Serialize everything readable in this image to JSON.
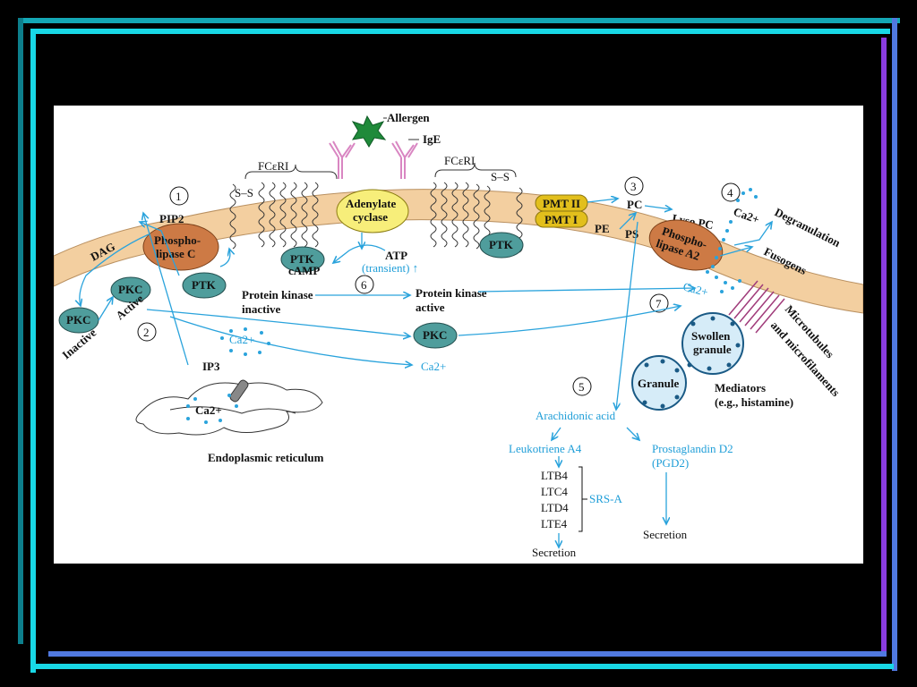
{
  "colors": {
    "background": "#000000",
    "panel": "#ffffff",
    "membrane": "#f3cfa0",
    "pathway": "#2aa3dc",
    "enzyme_orange": "#cd7a45",
    "kinase_teal": "#4f9d9c",
    "adenylate_yellow": "#f7ee7a",
    "pmt_gold": "#e2bf1c",
    "allergen_green": "#1f8a3a",
    "ige_pink": "#d986c2",
    "frame_cyan": "#18d8e6",
    "frame_blue": "#5079e0",
    "frame_purple": "#8a3ce0"
  },
  "diagram": {
    "allergen": "Allergen",
    "ige": "IgE",
    "receptor_left": "FCεRI",
    "receptor_right": "FCεRI",
    "ss_left": "S–S",
    "ss_right": "S–S",
    "steps": [
      "1",
      "2",
      "3",
      "4",
      "5",
      "6",
      "7"
    ],
    "pip2": "PIP2",
    "dag": "DAG",
    "phospholipase_c": [
      "Phospho-",
      "lipase C"
    ],
    "adenylate_cyclase": [
      "Adenylate",
      "cyclase"
    ],
    "pmt2": "PMT II",
    "pmt1": "PMT I",
    "pc": "PC",
    "pe": "PE",
    "ps": "PS",
    "lyso_pc": "Lyso PC",
    "phospholipase_a2": [
      "Phospho-",
      "lipase A2"
    ],
    "ca_top": "Ca2+",
    "ca_near_a2": "Ca2+",
    "degranulation": "Degranulation",
    "fusogens": "Fusogens",
    "ptk": "PTK",
    "pkc": "PKC",
    "inactive": "Inactive",
    "active": "Active",
    "camp": "cAMP",
    "atp": "ATP",
    "transient": "(transient) ↑",
    "pk_inactive": [
      "Protein kinase",
      "inactive"
    ],
    "pk_active": [
      "Protein kinase",
      "active"
    ],
    "ip3": "IP3",
    "ca_cytosol": "Ca2+",
    "ca_er": "Ca2+",
    "ca_released": "Ca2+",
    "er_label": "Endoplasmic reticulum",
    "swollen_granule": [
      "Swollen",
      "granule"
    ],
    "granule": "Granule",
    "mediators": [
      "Mediators",
      "(e.g., histamine)"
    ],
    "microtubules": "Microtubules",
    "microfilaments": "and microfilaments",
    "arachidonic": "Arachidonic acid",
    "leukotriene": "Leukotriene A4",
    "prostaglandin": "Prostaglandin D2",
    "pgd2": "(PGD2)",
    "ltb4": "LTB4",
    "ltc4": "LTC4",
    "ltd4": "LTD4",
    "lte4": "LTE4",
    "srs": "SRS-A",
    "secretion_left": "Secretion",
    "secretion_right": "Secretion"
  }
}
